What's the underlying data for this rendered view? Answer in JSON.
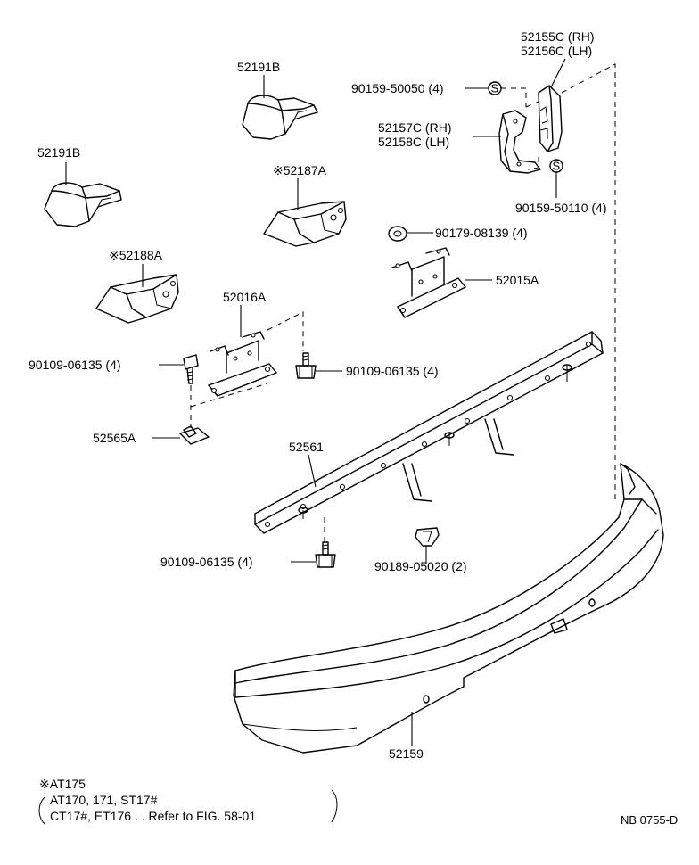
{
  "labels": {
    "p52155c": "52155C (RH)",
    "p52156c": "52156C (LH)",
    "p90159_50050": "90159-50050 (4)",
    "p52157c": "52157C (RH)",
    "p52158c": "52158C (LH)",
    "p90159_50110": "90159-50110 (4)",
    "p52191b_top": "52191B",
    "p52191b_left": "52191B",
    "p52187a": "※52187A",
    "p90179_08139": "90179-08139 (4)",
    "p52188a": "※52188A",
    "p52015a": "52015A",
    "p52016a": "52016A",
    "p90109_06135_left": "90109-06135 (4)",
    "p90109_06135_right": "90109-06135 (4)",
    "p52565a": "52565A",
    "p52561": "52561",
    "p90109_06135_bottom": "90109-06135 (4)",
    "p90189_05020": "90189-05020 (2)",
    "p52159": "52159",
    "clip_symbol": "S"
  },
  "notes": {
    "line1": "※AT175",
    "line2": "AT170, 171, ST17#",
    "line3": "CT17#, ET176 . . Refer to FIG. 58-01"
  },
  "figure_id": "NB 0755-D"
}
